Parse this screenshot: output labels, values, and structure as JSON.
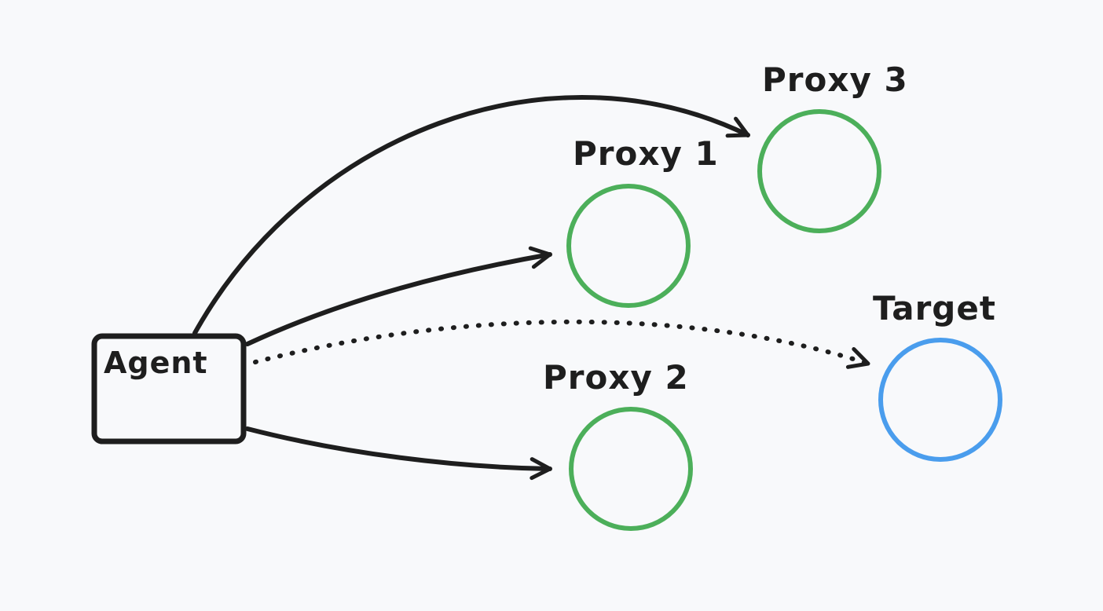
{
  "agent": {
    "label": "Agent"
  },
  "nodes": {
    "proxy1": {
      "label": "Proxy 1"
    },
    "proxy2": {
      "label": "Proxy 2"
    },
    "proxy3": {
      "label": "Proxy 3"
    },
    "target": {
      "label": "Target"
    }
  },
  "colors": {
    "background": "#f8f9fb",
    "stroke": "#1e1e1e",
    "proxy": "#4caf5a",
    "target": "#4a9ded"
  }
}
